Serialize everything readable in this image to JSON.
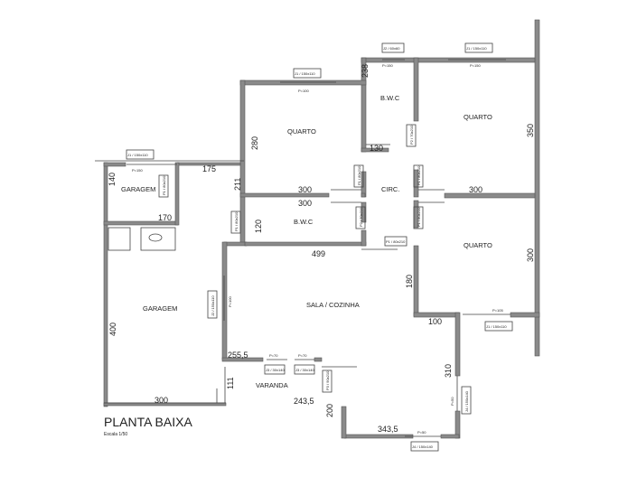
{
  "title": "PLANTA BAIXA",
  "subtitle": "Escala 1/50",
  "rooms": {
    "garagem_top": "GARAGEM",
    "garagem": "GARAGEM",
    "quarto_1": "QUARTO",
    "bwc_top": "B.W.C",
    "quarto_2": "QUARTO",
    "circ": "CIRC.",
    "bwc": "B.W.C",
    "quarto_3": "QUARTO",
    "sala": "SALA / COZINHA",
    "varanda": "VARANDA"
  },
  "dimensions": {
    "d238": "238",
    "d280": "280",
    "d350": "350",
    "d130": "130",
    "d175": "175",
    "d140": "140",
    "d211": "211",
    "d300_q1": "300",
    "d300_bwc": "300",
    "d300_q2": "300",
    "d170": "170",
    "d120": "120",
    "d499": "499",
    "d300_q3": "300",
    "d180": "180",
    "d400": "400",
    "d100": "100",
    "d255_5": "255,5",
    "d310": "310",
    "d111": "111",
    "d300_bottom": "300",
    "d243_5": "243,5",
    "d200": "200",
    "d343_5": "343,5"
  },
  "sill_heights": {
    "p150_a": "P=150",
    "p150_b": "P=150",
    "p100": "P=100",
    "p150_c": "P=150",
    "p100_sala": "P=100",
    "p105": "P=105",
    "p70_a": "P=70",
    "p70_b": "P=70",
    "p50_a": "P=50",
    "p50_b": "P=50"
  },
  "window_tags": {
    "w_bwc": "J2 / 60x60",
    "w_q2": "J1 / 150x110",
    "w_q1": "J1 / 150x110",
    "w_gar": "J1 / 150x110",
    "w_sala": "J2 / 150x110",
    "w_q3": "J1 / 150x110",
    "w_var_a": "J3 / 30x140",
    "w_var_b": "J3 / 30x140",
    "w_bottom": "J4 / 150x140",
    "w_right": "J4 / 150x140"
  },
  "door_tags": {
    "d_gar": "P1 / 80x210",
    "d_bwc_top": "P2 / 70x210",
    "d_q2": "P1 / 80x210",
    "d_q1": "P1 / 80x210",
    "d_bwc": "P2 / 70x210",
    "d_q3": "P1 / 80x210",
    "d_bwc_side": "P1 / 80x210",
    "d_entry": "P1 / 80x210",
    "d_var": "P3 / 90x210"
  }
}
